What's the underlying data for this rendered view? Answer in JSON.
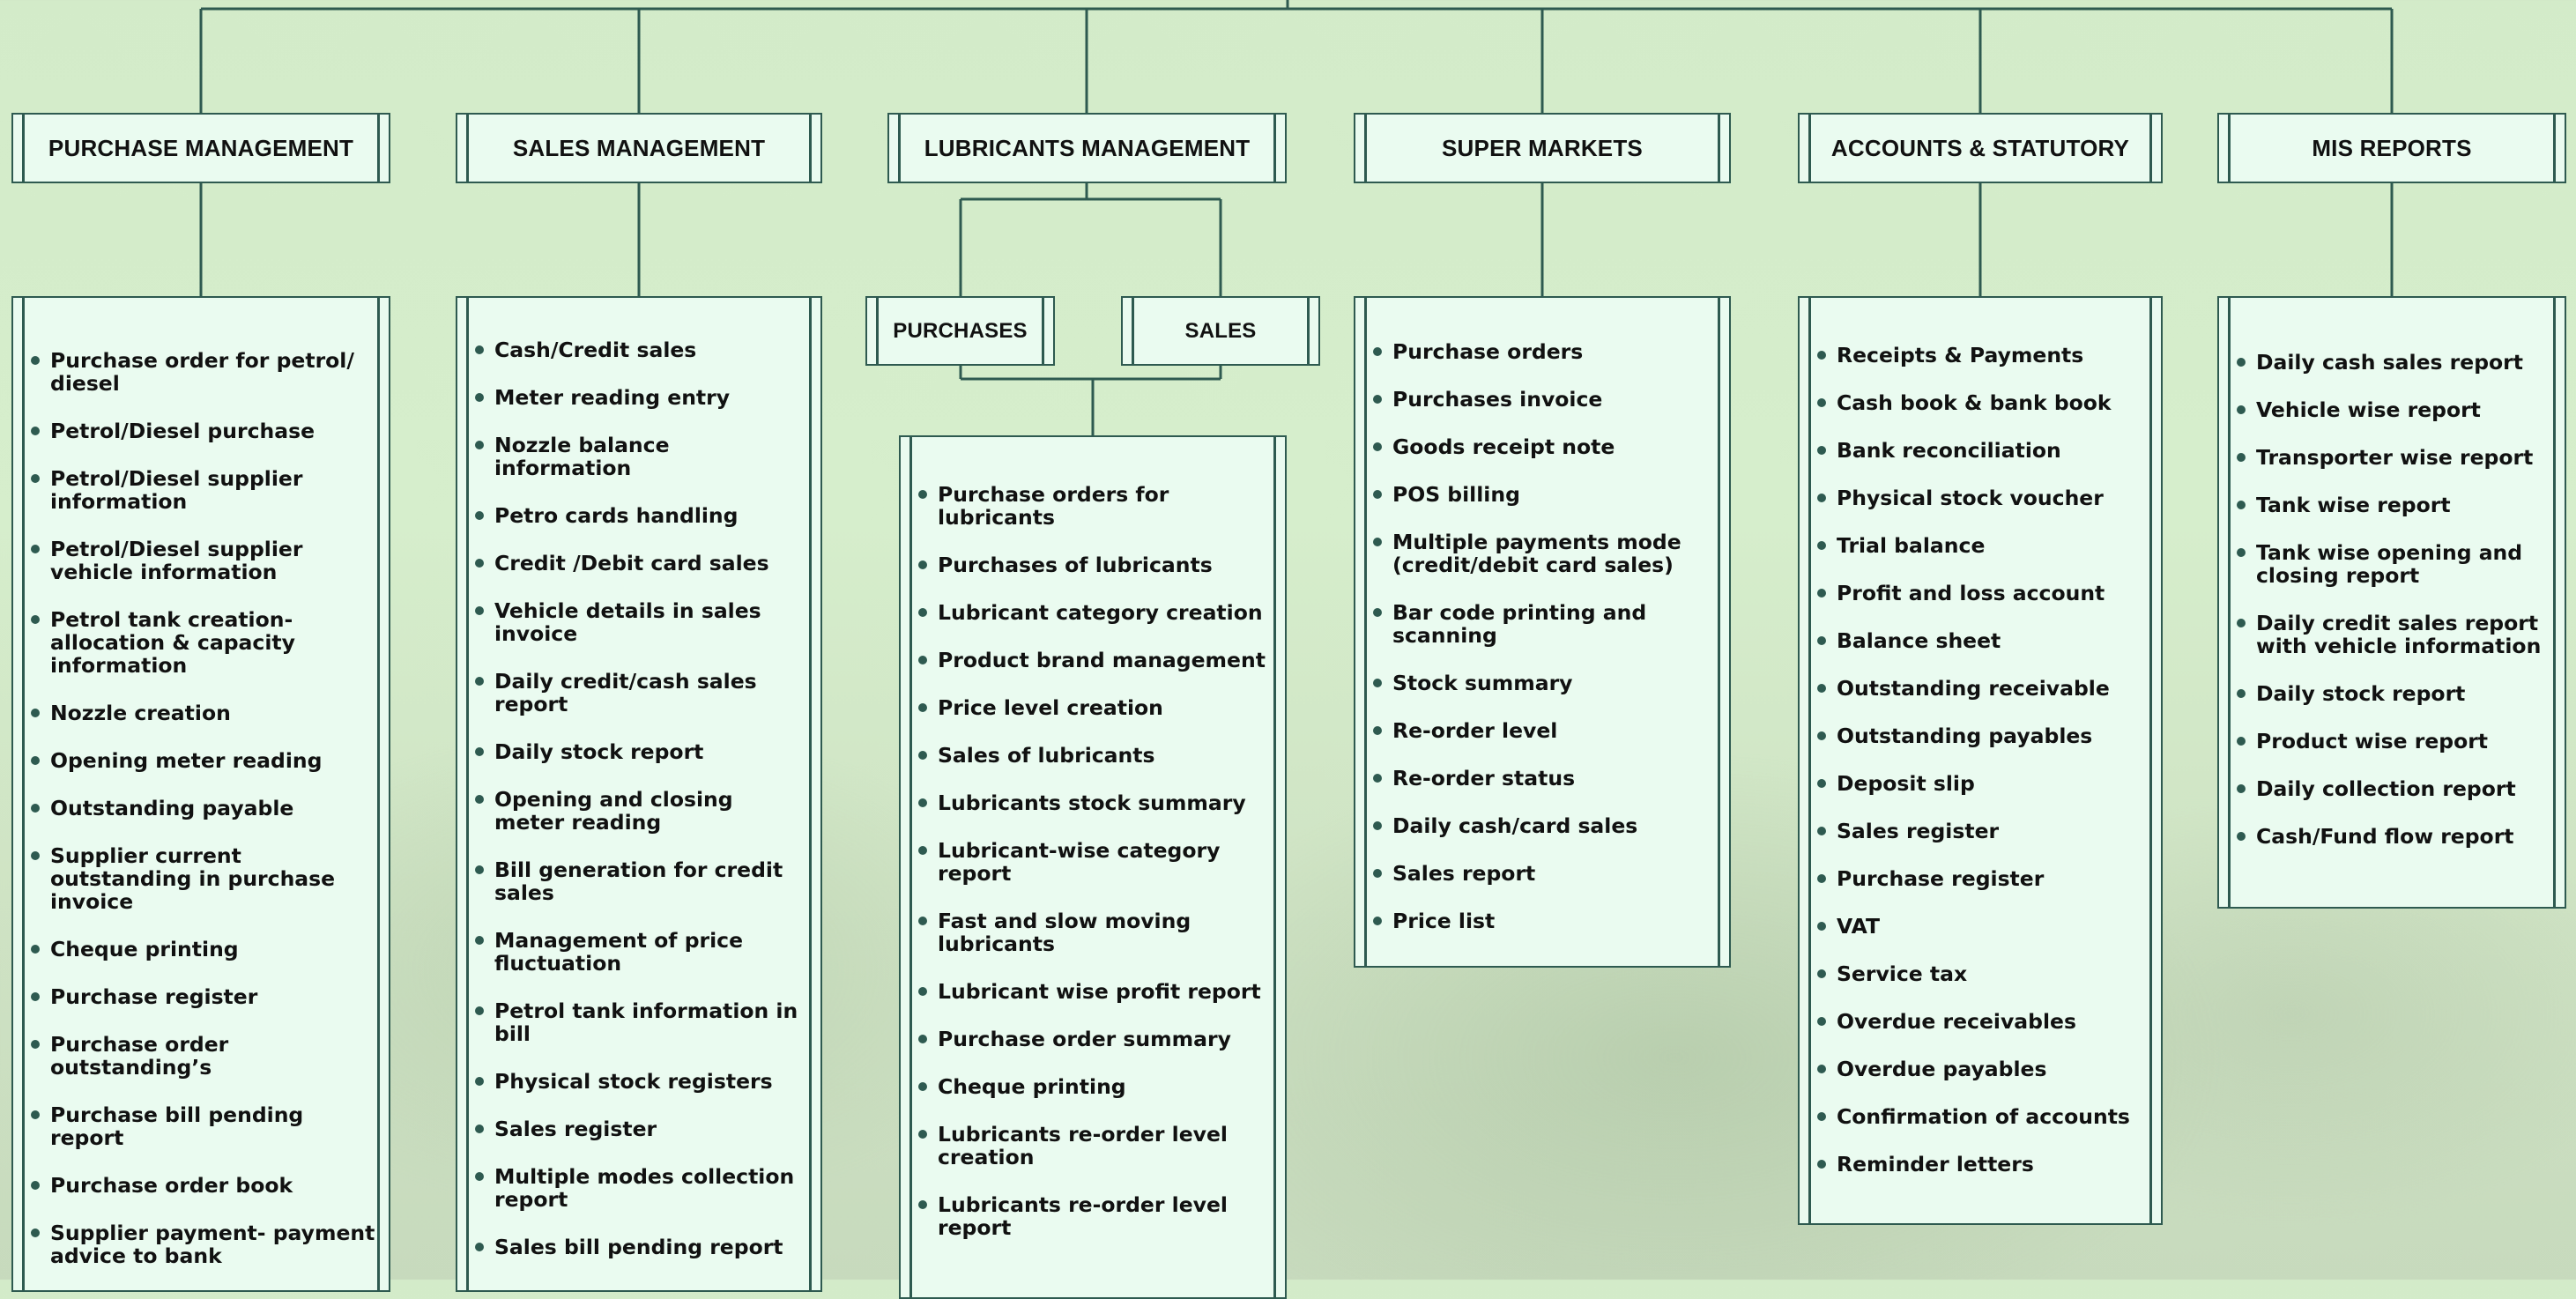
{
  "modules": [
    {
      "title": "PURCHASE MANAGEMENT",
      "items": [
        "Purchase order for petrol/ diesel",
        "Petrol/Diesel purchase",
        "Petrol/Diesel supplier information",
        "Petrol/Diesel supplier vehicle information",
        "Petrol tank creation-allocation & capacity information",
        "Nozzle creation",
        "Opening meter reading",
        "Outstanding payable",
        "Supplier current outstanding in purchase invoice",
        "Cheque printing",
        "Purchase register",
        "Purchase order outstanding’s",
        "Purchase bill pending report",
        "Purchase order book",
        "Supplier payment- payment advice to bank"
      ]
    },
    {
      "title": "SALES MANAGEMENT",
      "items": [
        "Cash/Credit  sales",
        "Meter reading entry",
        "Nozzle balance information",
        "Petro cards handling",
        "Credit /Debit card sales",
        "Vehicle details  in sales invoice",
        "Daily credit/cash sales report",
        "Daily stock report",
        "Opening and closing meter reading",
        "Bill generation for credit sales",
        "Management of price fluctuation",
        "Petrol tank information in bill",
        "Physical stock registers",
        "Sales register",
        "Multiple modes collection report",
        "Sales bill pending report"
      ]
    },
    {
      "title": "LUBRICANTS MANAGEMENT",
      "subs": [
        "PURCHASES",
        "SALES"
      ],
      "items": [
        "Purchase orders for lubricants",
        "Purchases of lubricants",
        "Lubricant category creation",
        "Product brand management",
        "Price level creation",
        "Sales of lubricants",
        "Lubricants stock summary",
        "Lubricant-wise category report",
        "Fast and slow moving lubricants",
        "Lubricant wise profit report",
        "Purchase order summary",
        "Cheque printing",
        "Lubricants re-order level creation",
        "Lubricants re-order level report"
      ]
    },
    {
      "title": "SUPER MARKETS",
      "items": [
        "Purchase orders",
        "Purchases invoice",
        "Goods receipt note",
        "POS billing",
        "Multiple payments mode (credit/debit card sales)",
        "Bar code printing and scanning",
        "Stock summary",
        "Re-order level",
        "Re-order status",
        "Daily cash/card sales",
        "Sales report",
        "Price list"
      ]
    },
    {
      "title": "ACCOUNTS & STATUTORY",
      "items": [
        "Receipts & Payments",
        "Cash book & bank book",
        "Bank reconciliation",
        "Physical stock voucher",
        "Trial balance",
        "Profit and loss account",
        "Balance sheet",
        "Outstanding receivable",
        "Outstanding payables",
        "Deposit slip",
        "Sales register",
        "Purchase register",
        "VAT",
        "Service tax",
        "Overdue receivables",
        "Overdue payables",
        "Confirmation of accounts",
        "Reminder letters"
      ]
    },
    {
      "title": "MIS REPORTS",
      "items": [
        "Daily  cash sales report",
        "Vehicle wise report",
        "Transporter wise report",
        "Tank wise report",
        "Tank wise opening and closing report",
        "Daily credit sales report with vehicle information",
        "Daily stock report",
        "Product wise report",
        "Daily collection report",
        "Cash/Fund flow report"
      ]
    }
  ]
}
